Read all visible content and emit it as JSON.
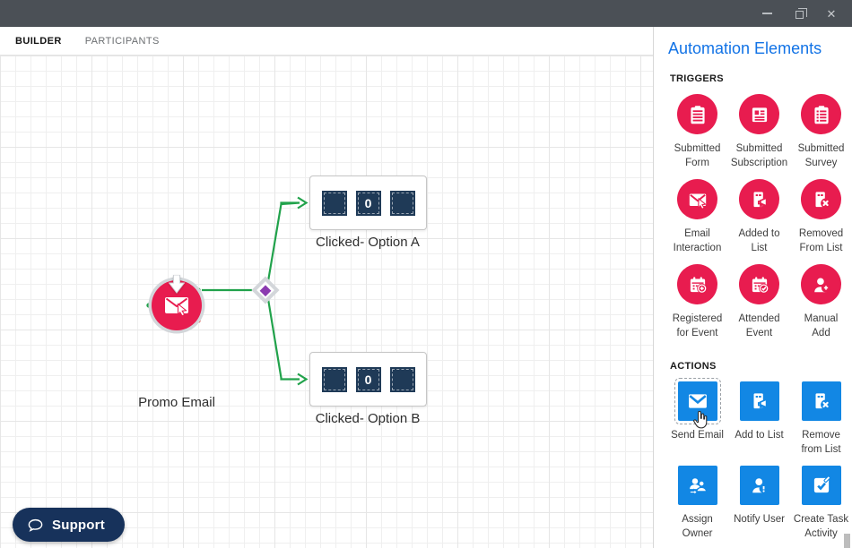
{
  "titlebar": {
    "close_glyph": "✕"
  },
  "tabs": {
    "builder": "BUILDER",
    "participants": "PARTICIPANTS"
  },
  "flow": {
    "promo_label": "Promo Email",
    "option_a": {
      "label": "Clicked- Option A",
      "count": "0"
    },
    "option_b": {
      "label": "Clicked- Option B",
      "count": "0"
    }
  },
  "support": {
    "label": "Support"
  },
  "sidebar": {
    "title": "Automation Elements",
    "triggers_heading": "TRIGGERS",
    "actions_heading": "ACTIONS",
    "triggers": [
      {
        "label": "Submitted\nForm",
        "icon": "form-icon"
      },
      {
        "label": "Submitted\nSubscription",
        "icon": "subscription-icon"
      },
      {
        "label": "Submitted\nSurvey",
        "icon": "survey-icon"
      },
      {
        "label": "Email\nInteraction",
        "icon": "email-interaction-icon"
      },
      {
        "label": "Added to\nList",
        "icon": "added-to-list-icon"
      },
      {
        "label": "Removed\nFrom List",
        "icon": "removed-from-list-icon"
      },
      {
        "label": "Registered\nfor Event",
        "icon": "registered-event-icon"
      },
      {
        "label": "Attended\nEvent",
        "icon": "attended-event-icon"
      },
      {
        "label": "Manual\nAdd",
        "icon": "manual-add-icon"
      }
    ],
    "actions": [
      {
        "label": "Send Email",
        "icon": "send-email-icon",
        "selected": true
      },
      {
        "label": "Add to List",
        "icon": "add-to-list-icon"
      },
      {
        "label": "Remove\nfrom List",
        "icon": "remove-from-list-icon"
      },
      {
        "label": "Assign\nOwner",
        "icon": "assign-owner-icon"
      },
      {
        "label": "Notify User",
        "icon": "notify-user-icon"
      },
      {
        "label": "Create Task\nActivity",
        "icon": "create-task-icon"
      }
    ]
  },
  "colors": {
    "red": "#e81c4f",
    "blue": "#1287e4",
    "title_blue": "#1273e6",
    "green": "#21a24b",
    "purple": "#8b3ab0",
    "navy": "#1f3a57",
    "support_navy": "#17325b"
  }
}
